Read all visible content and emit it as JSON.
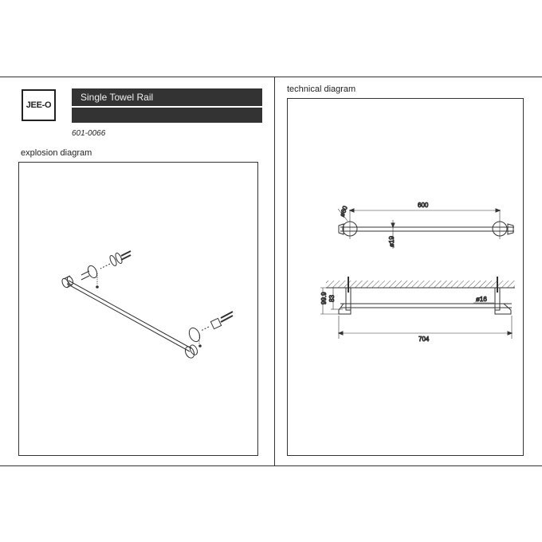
{
  "brand": {
    "logo_text": "JEE-O"
  },
  "product": {
    "name": "Single Towel Rail",
    "code": "601-0066"
  },
  "sections": {
    "left_label": "explosion  diagram",
    "right_label": "technical diagram"
  },
  "dimensions": {
    "rail_length": "600",
    "rosette_diameter": "ø60",
    "bar_diameter": "ø19",
    "mount_height": "99.9",
    "bar_offset": "83",
    "fixing_diameter": "ø16",
    "overall_length": "704"
  }
}
